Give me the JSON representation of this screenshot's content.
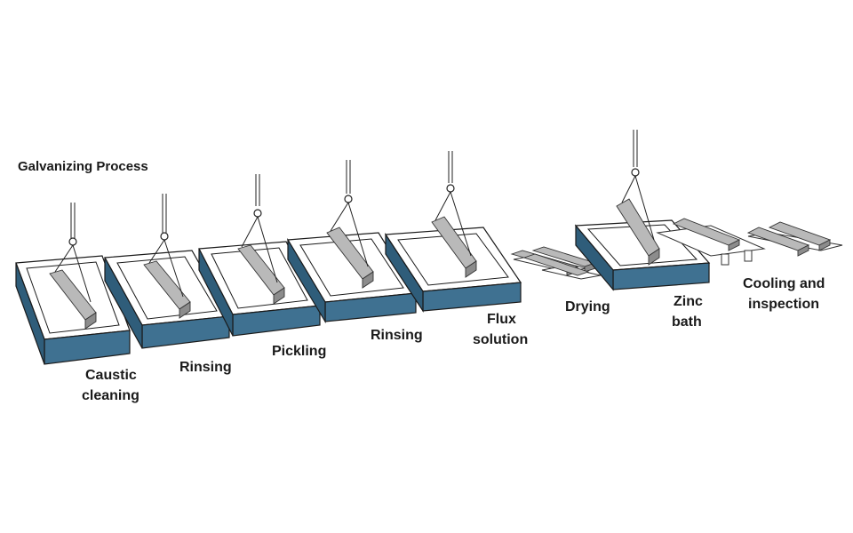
{
  "title": "Galvanizing Process",
  "steps": [
    {
      "id": "caustic-cleaning",
      "label_lines": [
        "Caustic",
        "cleaning"
      ]
    },
    {
      "id": "rinsing-1",
      "label_lines": [
        "Rinsing"
      ]
    },
    {
      "id": "pickling",
      "label_lines": [
        "Pickling"
      ]
    },
    {
      "id": "rinsing-2",
      "label_lines": [
        "Rinsing"
      ]
    },
    {
      "id": "flux-solution",
      "label_lines": [
        "Flux",
        "solution"
      ]
    },
    {
      "id": "drying",
      "label_lines": [
        "Drying"
      ]
    },
    {
      "id": "zinc-bath",
      "label_lines": [
        "Zinc",
        "bath"
      ]
    },
    {
      "id": "cooling-inspection",
      "label_lines": [
        "Cooling and",
        "inspection"
      ]
    }
  ],
  "colors": {
    "tank": "#3f7191",
    "beam": "#b9b9b9",
    "text": "#1a1a1a"
  }
}
